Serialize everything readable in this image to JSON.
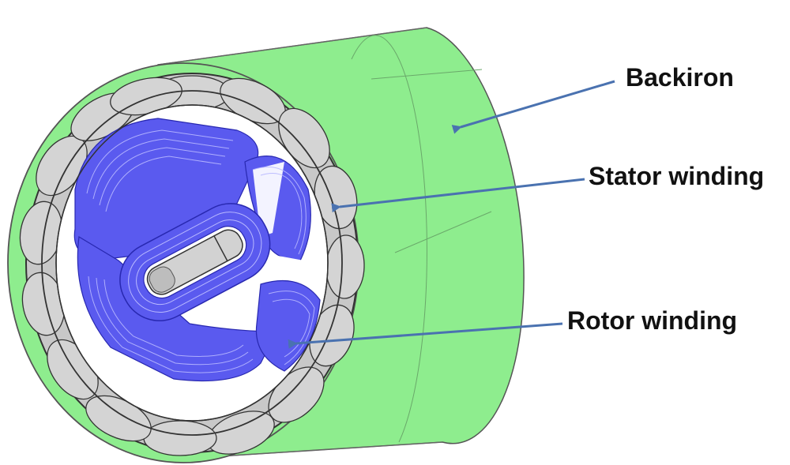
{
  "labels": {
    "backiron": "Backiron",
    "stator_winding": "Stator winding",
    "rotor_winding": "Rotor winding"
  },
  "colors": {
    "backiron": "#8eed8e",
    "stator": "#c8c8c8",
    "rotor": "#5a5aef",
    "arrow": "#4a72b0",
    "outline": "#444444"
  }
}
